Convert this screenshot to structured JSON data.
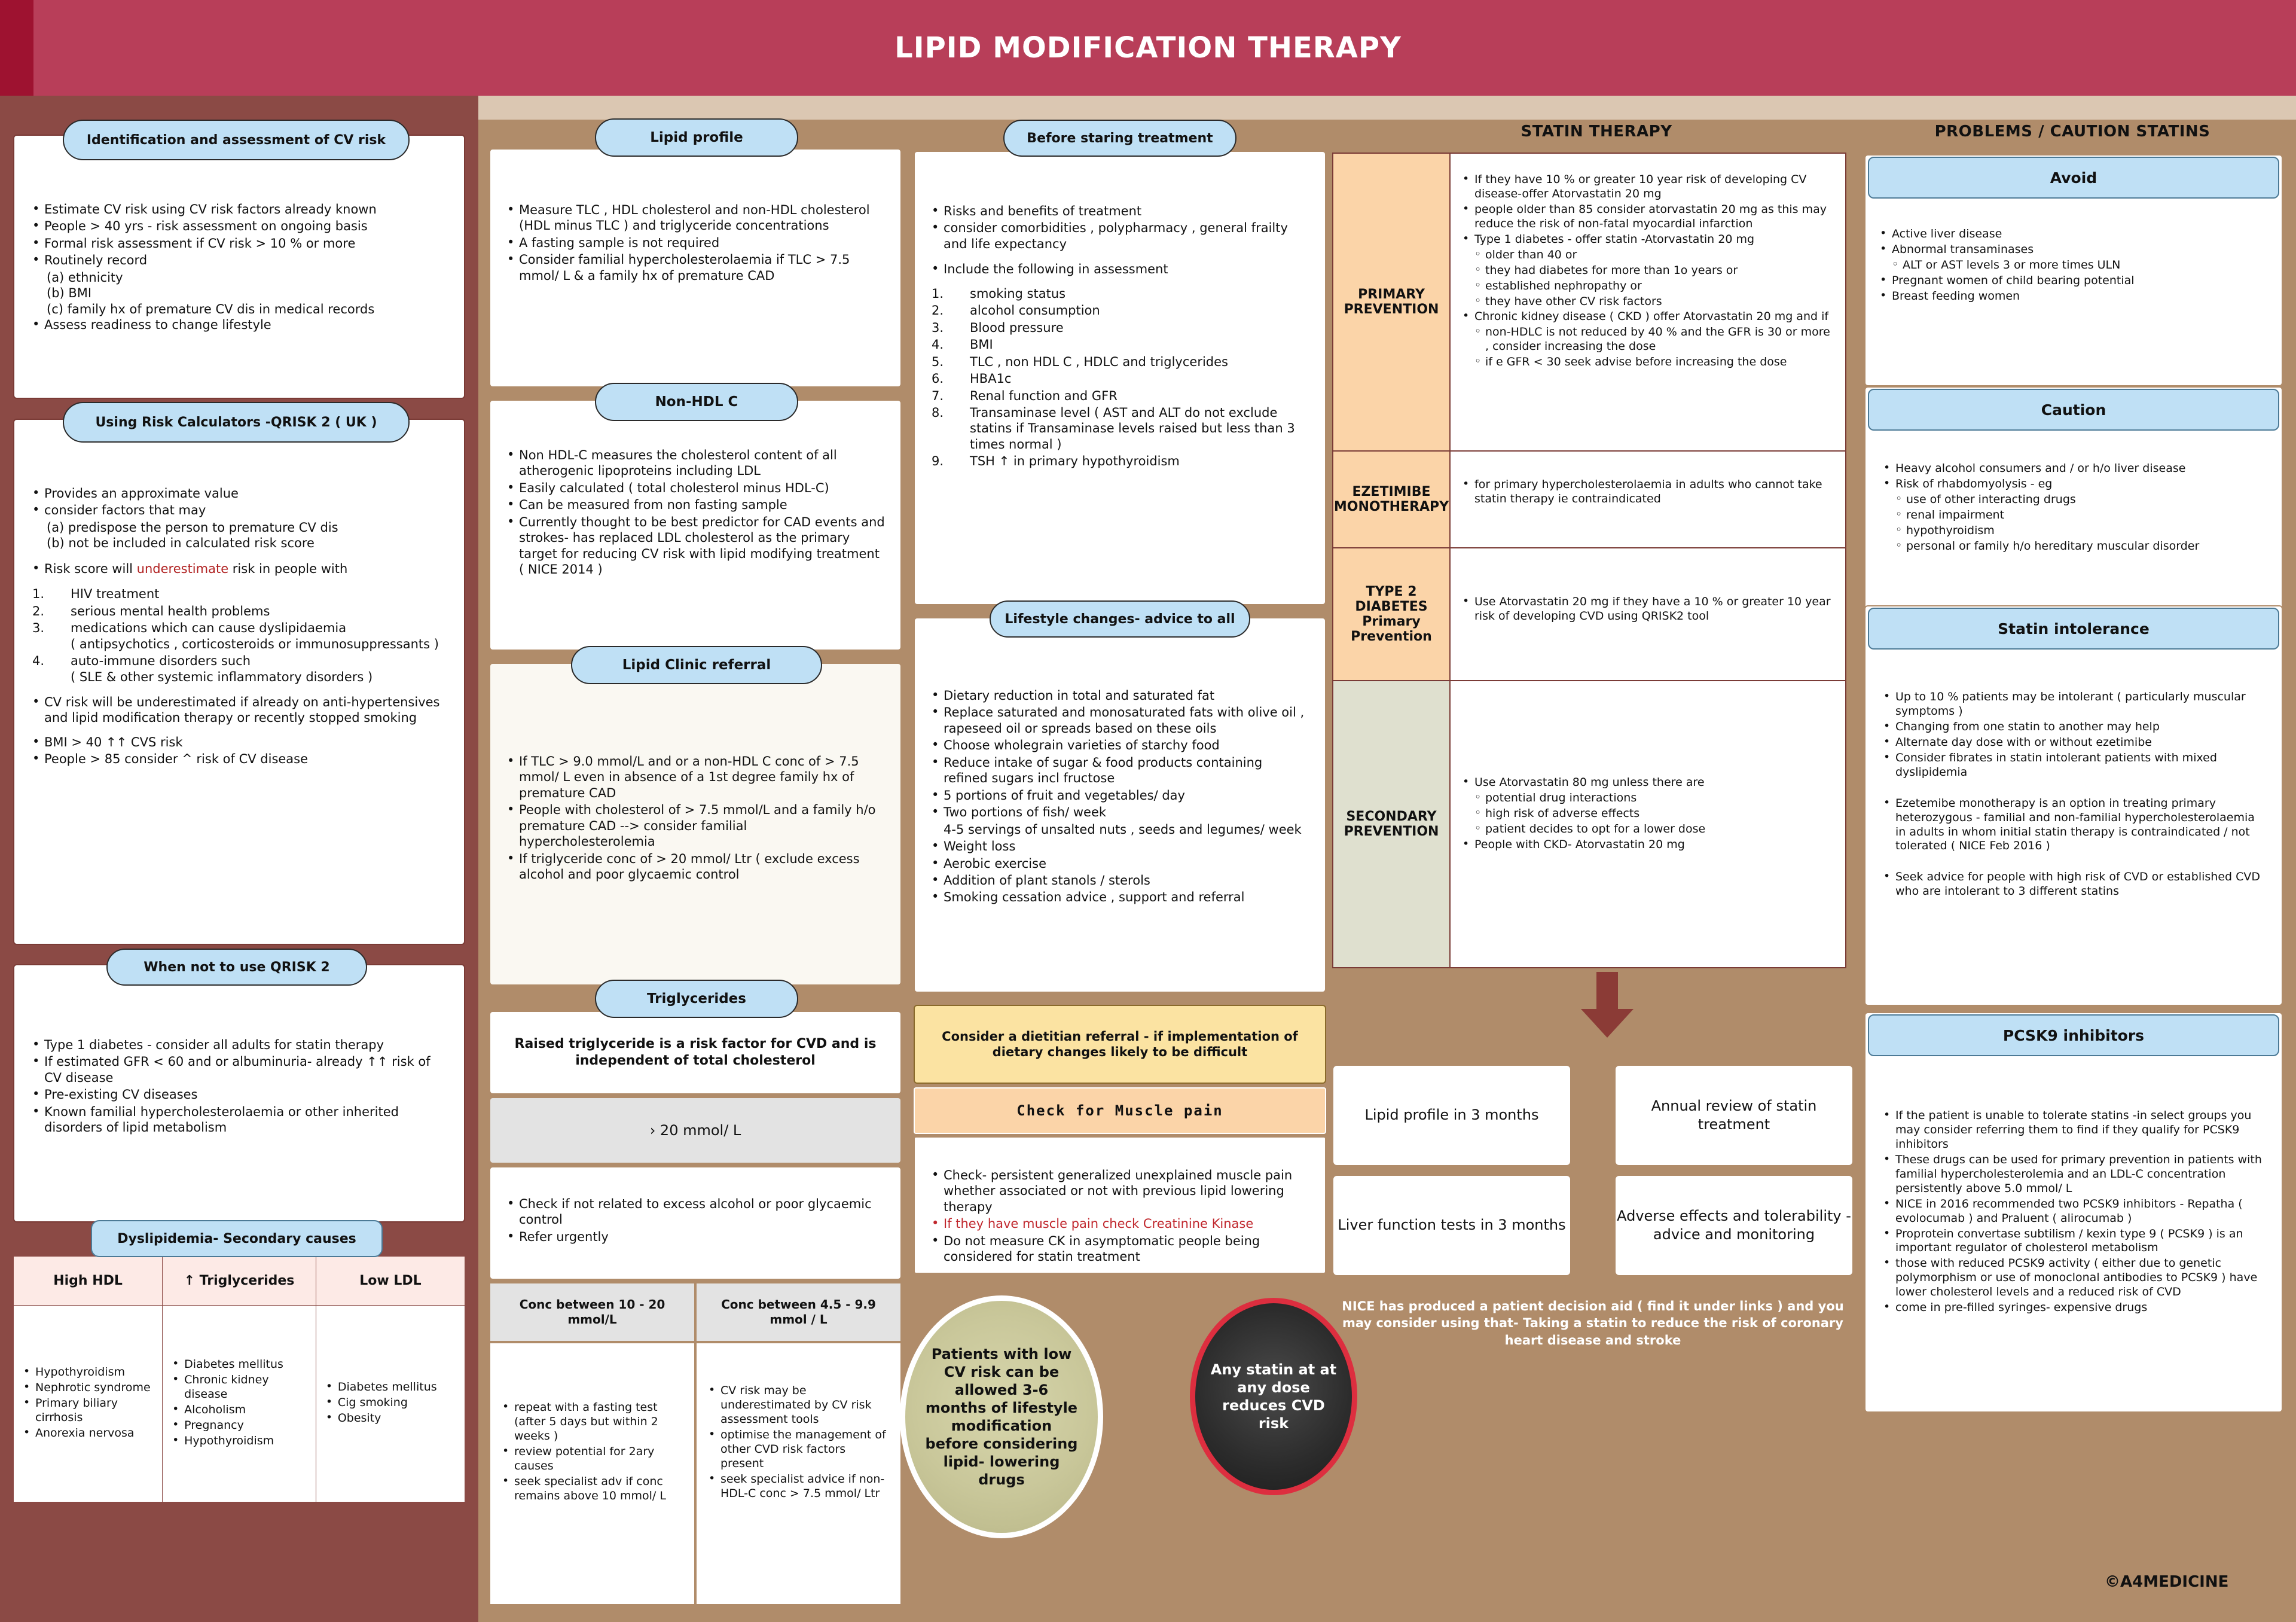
{
  "header": {
    "title": "LIPID MODIFICATION THERAPY"
  },
  "footer": {
    "copyright": "©A4MEDICINE"
  },
  "colors": {
    "header_bg": "#b83e59",
    "header_accent": "#9e1230",
    "page_bg": "#b08c6a",
    "left_band": "#8b4a45",
    "pill_blue": "#bfe0f5",
    "alert_red": "#c0272d",
    "primary_orange": "#fbd4a8",
    "secondary_olive": "#dfe0cf"
  },
  "col1": {
    "card1": {
      "title": "Identification and assessment of CV risk",
      "items": [
        "Estimate CV risk using CV risk factors already known",
        "People > 40 yrs - risk assessment on ongoing basis",
        "Formal risk assessment if  CV risk > 10 % or more",
        "Routinely record"
      ],
      "sub_items": [
        "(a) ethnicity",
        "(b) BMI",
        "(c) family hx of premature CV dis in medical records"
      ],
      "last_item": "Assess readiness to change lifestyle"
    },
    "card2": {
      "title": "Using Risk Calculators -QRISK 2 ( UK )",
      "items": [
        "Provides an  approximate value",
        "consider factors that may"
      ],
      "sub_items": [
        "(a) predispose the person to premature CV dis",
        "(b) not be included in calculated risk score"
      ],
      "underestimate_lead": "Risk score will ",
      "underestimate_word": "underestimate",
      "underestimate_tail": " risk in people with",
      "numbered": [
        "HIV treatment",
        "serious mental health problems",
        "medications which can cause dyslipidaemia",
        "auto-immune disorders such"
      ],
      "numbered_sub3": "( antipsychotics , corticosteroids or immunosuppressants )",
      "numbered_sub4": "( SLE & other systemic inflammatory disorders )",
      "tail": [
        "CV risk will be underestimated if already on anti-hypertensives and lipid modification therapy or recently stopped smoking",
        "BMI > 40 ↑↑ CVS risk",
        "People > 85 consider ^ risk of CV disease"
      ]
    },
    "card3": {
      "title": "When not to use QRISK 2",
      "items": [
        " Type 1 diabetes - consider all adults for statin therapy",
        "If estimated GFR < 60 and or albuminuria- already ↑↑ risk of CV disease",
        "Pre-existing CV diseases",
        "Known  familial hypercholesterolaemia or other inherited disorders of lipid metabolism"
      ]
    },
    "table": {
      "title": "Dyslipidemia- Secondary causes",
      "headers": [
        "High HDL",
        "↑ Triglycerides",
        "Low LDL"
      ],
      "cols": [
        [
          "Hypothyroidism",
          "Nephrotic syndrome",
          "Primary biliary cirrhosis",
          "Anorexia nervosa"
        ],
        [
          "Diabetes mellitus",
          "Chronic kidney disease",
          "Alcoholism",
          "Pregnancy",
          "Hypothyroidism"
        ],
        [
          "Diabetes mellitus",
          "Cig smoking",
          "Obesity"
        ]
      ]
    }
  },
  "col2": {
    "lipid_profile": {
      "title": "Lipid profile",
      "items": [
        "Measure TLC , HDL cholesterol and non-HDL cholesterol  (HDL minus TLC ) and triglyceride concentrations",
        "A fasting sample is not required",
        "Consider familial hypercholesterolaemia if TLC > 7.5 mmol/ L & a family hx of premature CAD"
      ]
    },
    "non_hdl": {
      "title": "Non-HDL C",
      "items": [
        "Non HDL-C measures the cholesterol content of all atherogenic lipoproteins including LDL",
        "Easily calculated ( total cholesterol minus HDL-C)",
        "Can be measured from non fasting sample",
        "Currently thought to be best predictor for CAD events and strokes- has replaced LDL cholesterol as the primary target for reducing CV risk with lipid modifying treatment ( NICE 2014 )"
      ]
    },
    "clinic": {
      "title": "Lipid Clinic referral",
      "items": [
        "If TLC > 9.0 mmol/L and or a non-HDL C conc of > 7.5 mmol/ L even in absence of a 1st degree family hx of premature CAD",
        "People with cholesterol of > 7.5 mmol/L and a family h/o premature CAD --> consider familial hypercholesterolemia",
        "If triglyceride conc of > 20 mmol/ Ltr ( exclude excess alcohol and poor glycaemic control"
      ]
    },
    "trig": {
      "title": "Triglycerides",
      "lead": "Raised triglyceride is a risk factor for CVD and is independent of total cholesterol",
      "band": "› 20 mmol/ L",
      "band_items": [
        "Check if not related to excess alcohol or poor glycaemic control",
        "Refer urgently"
      ],
      "col_headers": [
        "Conc between 10 - 20 mmol/L",
        "Conc between 4.5 - 9.9 mmol / L"
      ],
      "col_left": [
        "repeat with a fasting test  (after 5 days but within 2 weeks )",
        "review potential for 2ary causes",
        "seek specialist adv if conc remains above 10 mmol/ L"
      ],
      "col_right": [
        "CV risk may be underestimated by CV risk assessment tools",
        "optimise the management of other CVD risk factors present",
        "seek specialist advice if non-HDL-C conc > 7.5 mmol/ Ltr"
      ]
    }
  },
  "col3": {
    "before": {
      "title": "Before staring treatment",
      "items": [
        "Risks and benefits of treatment",
        "consider comorbidities , polypharmacy , general frailty and life expectancy"
      ],
      "include_lead": "Include the following in assessment",
      "numbered": [
        "smoking status",
        "alcohol consumption",
        "Blood pressure",
        "BMI",
        "TLC , non HDL C , HDLC and triglycerides",
        "HBA1c",
        "Renal function and GFR",
        "Transaminase level ( AST and ALT do not exclude statins if Transaminase levels raised but less than 3 times normal )",
        "TSH ↑ in primary hypothyroidism"
      ]
    },
    "lifestyle": {
      "title": "Lifestyle changes- advice to all",
      "items": [
        "Dietary reduction in total and saturated fat",
        "Replace saturated and monosaturated fats with olive oil , rapeseed oil or spreads based on these oils",
        "Choose wholegrain varieties of starchy food",
        "Reduce intake of sugar & food products containing refined sugars incl fructose",
        "5 portions of fruit and vegetables/ day",
        "Two portions of fish/ week"
      ],
      "plain_item": "4-5 servings of unsalted nuts , seeds and legumes/ week",
      "tail_items": [
        "Weight loss",
        "Aerobic exercise",
        "Addition of plant stanols / sterols",
        "Smoking cessation advice , support and referral"
      ]
    },
    "dietitian": "Consider a dietitian referral - if implementation of dietary changes likely to be difficult",
    "muscle": {
      "title": "Check  for  Muscle pain",
      "items": [
        "Check- persistent generalized unexplained muscle pain whether associated or not with previous lipid lowering therapy",
        "If they have muscle pain check Creatinine Kinase",
        "Do not measure CK in asymptomatic people being considered for statin treatment"
      ]
    },
    "olive_circle": "Patients with low CV risk can be allowed 3-6 months of lifestyle modification before considering lipid- lowering drugs",
    "dark_circle": "Any statin at  at any dose reduces CVD risk"
  },
  "col4": {
    "heading": "STATIN THERAPY",
    "rows": [
      {
        "label": "PRIMARY PREVENTION",
        "label_bg": "#fbd4a8",
        "items": [
          "If they have 10 % or greater 10 year risk of developing CV disease-offer Atorvastatin 20 mg",
          "people older than 85 consider atorvastatin 20 mg as this may reduce the  risk of non-fatal myocardial infarction",
          "Type 1 diabetes - offer statin -Atorvastatin 20 mg"
        ],
        "subs1": [
          "older than 40 or",
          "they had diabetes for more than 1o years or",
          "established nephropathy or",
          "they have other CV risk factors"
        ],
        "item2": "Chronic kidney disease ( CKD ) offer Atorvastatin 20 mg and if",
        "subs2": [
          "non-HDLC is not reduced by 40 % and the GFR is 30 or more , consider increasing the dose",
          "if e GFR < 30 seek advise before increasing the dose"
        ]
      },
      {
        "label": "EZETIMIBE MONOTHERAPY",
        "label_bg": "#fbd4a8",
        "items": [
          "for primary hypercholesterolaemia in adults who cannot take statin therapy ie contraindicated"
        ]
      },
      {
        "label": "TYPE 2 DIABETES Primary Prevention",
        "label_bg": "#fbd4a8",
        "items": [
          "Use Atorvastatin 20 mg if they have a 10 % or greater 10 year risk of developing CVD using QRISK2 tool"
        ]
      },
      {
        "label": "SECONDARY PREVENTION",
        "label_bg": "#dfe0cf",
        "items": [
          "Use Atorvastatin 80 mg unless there are"
        ],
        "subs1": [
          "potential drug interactions",
          "high risk of adverse effects",
          "patient decides to opt for a lower dose"
        ],
        "item2": "People with CKD- Atorvastatin 20 mg"
      }
    ],
    "followup": [
      "Lipid profile in 3 months",
      "Annual review of statin treatment",
      "Liver function tests in 3 months",
      "Adverse effects and tolerability -advice and monitoring"
    ],
    "note": "NICE has produced a patient decision aid ( find it under links ) and you may consider using that- Taking a statin to reduce the risk of coronary heart disease and stroke"
  },
  "col5": {
    "heading": "PROBLEMS / CAUTION STATINS",
    "avoid": {
      "title": "Avoid",
      "items": [
        "Active liver disease",
        "Abnormal transaminases"
      ],
      "sub": "ALT or AST levels 3 or more times ULN",
      "tail": [
        "Pregnant women of child bearing potential",
        "Breast feeding women"
      ]
    },
    "caution": {
      "title": "Caution",
      "items": [
        "Heavy alcohol consumers and / or h/o liver disease",
        "Risk of rhabdomyolysis - eg"
      ],
      "subs": [
        "use of other interacting drugs",
        "renal impairment",
        "hypothyroidism",
        "personal or family h/o hereditary muscular disorder"
      ]
    },
    "intolerance": {
      "title": "Statin intolerance",
      "items": [
        "Up to 10 % patients may be intolerant ( particularly muscular symptoms )",
        "Changing from one statin to another may help",
        "Alternate day dose with or without ezetimibe",
        "Consider fibrates in statin intolerant patients with mixed dyslipidemia"
      ],
      "para1": "Ezetemibe monotherapy is an option in treating primary heterozygous - familial and non-familial hypercholesterolaemia in adults in whom initial statin therapy is contraindicated / not tolerated ( NICE Feb 2016 )",
      "para2": "Seek advice for people with high risk of CVD or established CVD who are intolerant to 3 different statins"
    },
    "pcsk9": {
      "title": "PCSK9 inhibitors",
      "items": [
        "If the patient is unable to tolerate statins -in select groups you may consider referring them to find if they qualify for  PCSK9 inhibitors",
        "These drugs can be used for primary prevention in patients with familial hypercholesterolemia and an LDL-C concentration persistently above 5.0 mmol/ L",
        "NICE in 2016 recommended two PCSK9 inhibitors - Repatha ( evolocumab ) and Praluent ( alirocumab )",
        "Proprotein convertase subtilism / kexin type 9 ( PCSK9 ) is an important regulator of cholesterol metabolism",
        "those with reduced PCSK9 activity ( either due to genetic polymorphism or use of monoclonal antibodies to PCSK9 ) have  lower cholesterol levels and a reduced risk of CVD",
        "come in pre-filled syringes- expensive drugs"
      ]
    }
  }
}
